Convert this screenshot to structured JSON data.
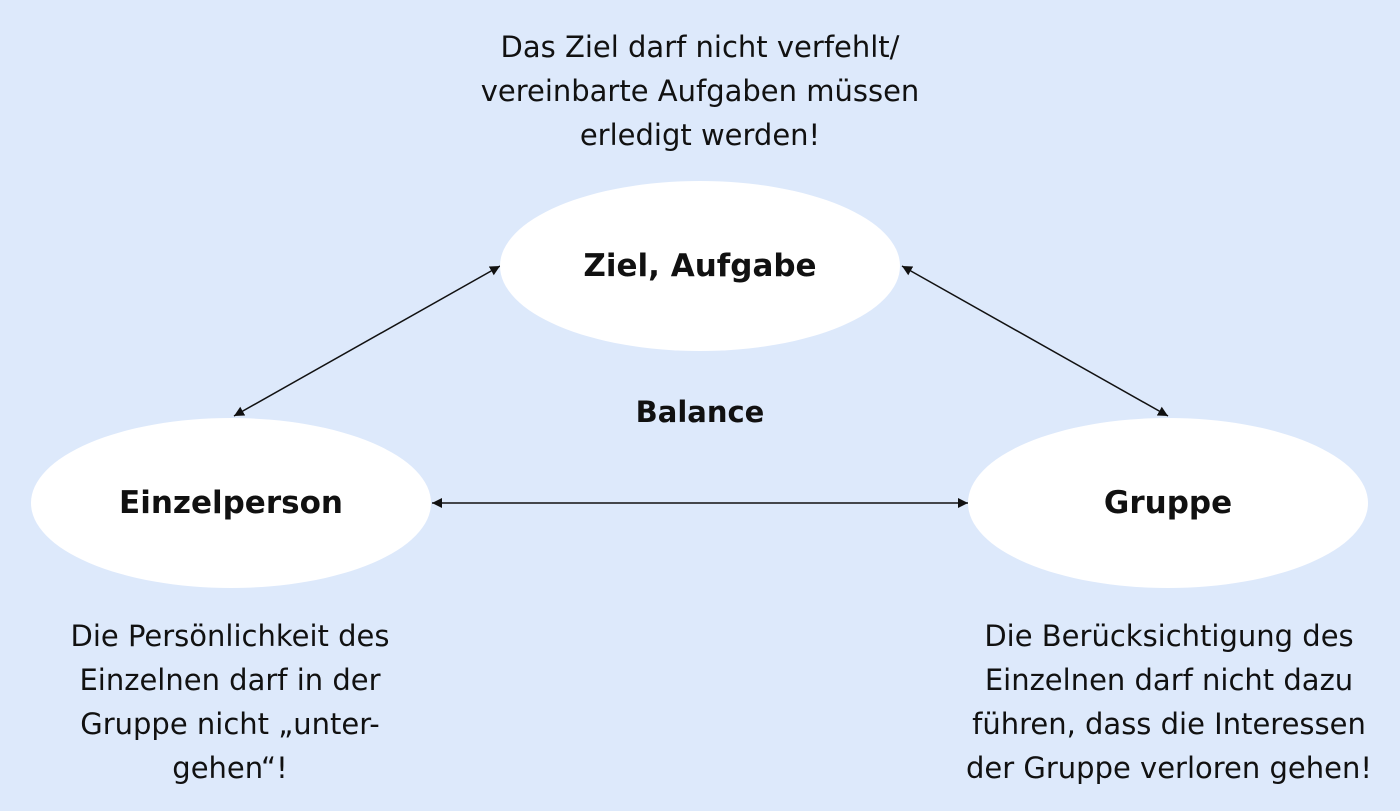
{
  "nodes": {
    "goal": "Ziel, Aufgabe",
    "individual": "Einzelperson",
    "group": "Gruppe"
  },
  "center_label": "Balance",
  "notes": {
    "goal": [
      "Das Ziel darf nicht verfehlt/",
      "vereinbarte Aufgaben müssen",
      "erledigt werden!"
    ],
    "individual": [
      "Die Persönlichkeit des",
      "Einzelnen darf in der",
      "Gruppe nicht „unter-",
      "gehen“!"
    ],
    "group": [
      "Die Berücksichtigung des",
      "Einzelnen darf nicht dazu",
      "führen, dass die Interessen",
      "der Gruppe verloren gehen!"
    ]
  },
  "colors": {
    "background": "#dde9fb",
    "node_fill": "#ffffff",
    "line": "#111111"
  }
}
